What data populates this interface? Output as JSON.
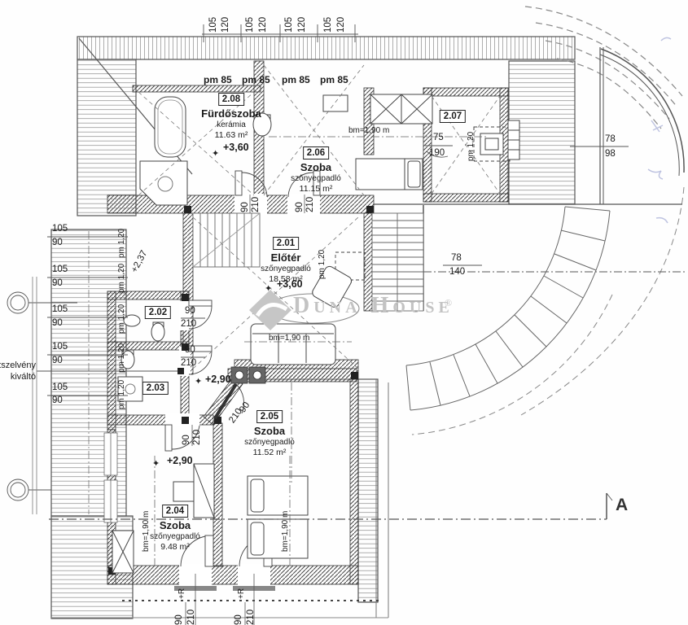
{
  "rooms": [
    {
      "id": "2.01",
      "name": "Előtér",
      "floor": "szőnyegpadló",
      "area": "18.58 m²",
      "level": "+3,60"
    },
    {
      "id": "2.02"
    },
    {
      "id": "2.03"
    },
    {
      "id": "2.04",
      "name": "Szoba",
      "floor": "szőnyegpadló",
      "area": "9.48 m²"
    },
    {
      "id": "2.05",
      "name": "Szoba",
      "floor": "szőnyegpadló",
      "area": "11.52 m²"
    },
    {
      "id": "2.06",
      "name": "Szoba",
      "floor": "szőnyegpadló",
      "area": "11.15 m²"
    },
    {
      "id": "2.07"
    },
    {
      "id": "2.08",
      "name": "Fürdőszoba",
      "floor": "kerámia",
      "area": "11.63 m²",
      "level": "+3,60"
    }
  ],
  "levels": {
    "attic": "+3,60",
    "stair": "+2,37",
    "lower": "+2,90"
  },
  "dims": {
    "d105": "105",
    "d120": "120",
    "d90": "90",
    "d210": "210",
    "pm85": "pm 85",
    "pm120": "pm 1,20",
    "bm190": "bm=1,90 m",
    "p75": "75",
    "p190": "190",
    "p78": "78",
    "p98": "98",
    "p140": "140",
    "plusR": "+R"
  },
  "symbols": {
    "star": "✦"
  },
  "callout": {
    "line1": "tszelvény",
    "line2": "kiváltó"
  },
  "section": {
    "label": "A"
  },
  "watermark": {
    "text": "Duna House",
    "reg": "®"
  }
}
